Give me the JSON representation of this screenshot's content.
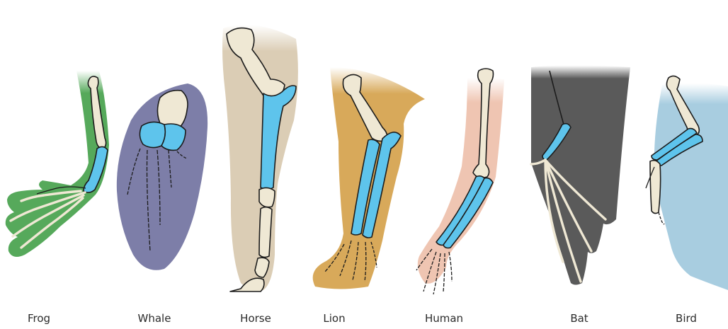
{
  "colors": {
    "frog": "#56a95b",
    "whale": "#7d7ea8",
    "horse": "#dbcdb5",
    "lion": "#d8a95a",
    "human": "#efc5b2",
    "bat": "#5a5a5a",
    "bird": "#a8cde0",
    "bone": "#efe8d4",
    "homologous_bone": "#5ec4ec"
  },
  "animals": [
    {
      "name": "Frog"
    },
    {
      "name": "Whale"
    },
    {
      "name": "Horse"
    },
    {
      "name": "Lion"
    },
    {
      "name": "Human"
    },
    {
      "name": "Bat"
    },
    {
      "name": "Bird"
    }
  ]
}
